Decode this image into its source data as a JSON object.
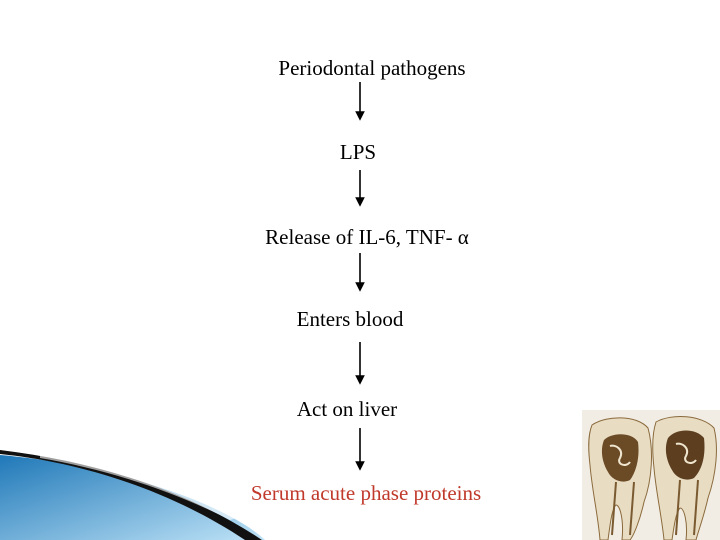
{
  "flow": {
    "steps": [
      "Periodontal pathogens",
      "LPS",
      "Release of IL-6, TNF- α",
      "Enters blood",
      "Act on liver",
      "Serum acute phase proteins"
    ]
  },
  "colors": {
    "text": "#000000",
    "final_step": "#c0392b",
    "arrow": "#000000",
    "swoosh_blue": "#2f8fcf",
    "swoosh_dark": "#111111"
  },
  "images": {
    "teeth_photo": "cross-section-teeth-photo"
  }
}
